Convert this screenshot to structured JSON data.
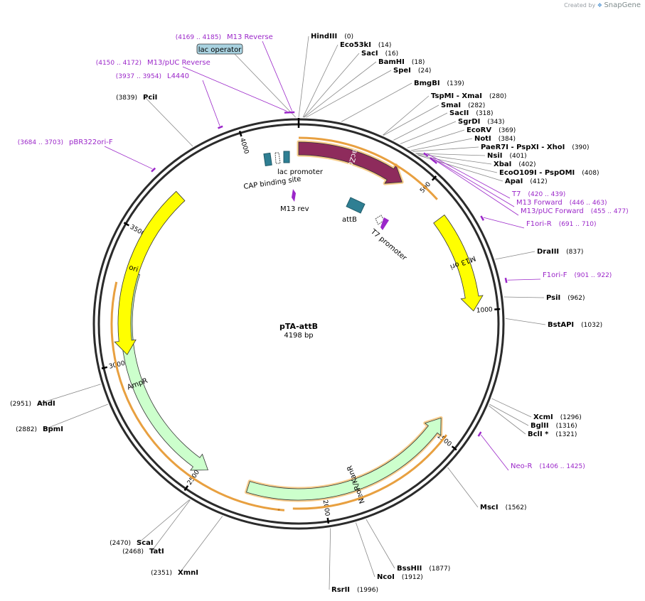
{
  "credit": {
    "prefix": "Created by",
    "brand": "SnapGene"
  },
  "plasmid": {
    "name": "pTA-attB",
    "size_label": "4198 bp",
    "length": 4198
  },
  "colors": {
    "backbone": "#2b2b2b",
    "primer": "#9b27c9",
    "lacZa": "#8e2b5c",
    "m13ori": "#ffff00",
    "ori": "#ffff00",
    "resistance": "#ccffcc",
    "promoter_box": "#2f7f93",
    "attb_box": "#2f7f93",
    "orf_glow": "#f5c070",
    "label_box_fill": "#a9d2e0"
  },
  "ticks": [
    {
      "bp": 500,
      "label": "500"
    },
    {
      "bp": 1000,
      "label": "1000"
    },
    {
      "bp": 1500,
      "label": "1500"
    },
    {
      "bp": 2000,
      "label": "2000"
    },
    {
      "bp": 2500,
      "label": "2500"
    },
    {
      "bp": 3000,
      "label": "3000"
    },
    {
      "bp": 3500,
      "label": "3500"
    },
    {
      "bp": 4000,
      "label": "4000"
    }
  ],
  "features": [
    {
      "name": "lacZα",
      "start": 0,
      "end": 420,
      "kind": "arrow",
      "track": "inner",
      "color": "#8e2b5c",
      "text_color": "#ffffff",
      "glow": true
    },
    {
      "name": "M13 ori",
      "start": 620,
      "end": 1000,
      "kind": "arrow",
      "track": "inner",
      "color": "#ffff00",
      "text_color": "#000000",
      "glow": false
    },
    {
      "name": "NeoR/KanR",
      "start": 1440,
      "end": 2300,
      "kind": "arrow-rev",
      "track": "inner",
      "color": "#ccffcc",
      "text_color": "#000000",
      "glow": true
    },
    {
      "name": "AmpR",
      "start": 2470,
      "end": 3350,
      "kind": "arrow-rev",
      "track": "inner",
      "color": "#ccffcc",
      "text_color": "#000000",
      "glow": false
    },
    {
      "name": "ori",
      "start": 3030,
      "end": 3700,
      "kind": "arrow-rev",
      "track": "inner",
      "color": "#ffff00",
      "text_color": "#000000",
      "glow": false
    }
  ],
  "small_features": [
    {
      "name": "lac promoter",
      "label": "lac promoter"
    },
    {
      "name": "CAP binding site",
      "label": "CAP binding site"
    },
    {
      "name": "M13 rev",
      "label": "M13 rev"
    },
    {
      "name": "attB",
      "label": "attB"
    },
    {
      "name": "T7 promoter",
      "label": "T7 promoter"
    },
    {
      "name": "lac operator",
      "label": "lac operator"
    }
  ],
  "enzymes": [
    {
      "name": "HindIII",
      "pos": "(0)"
    },
    {
      "name": "Eco53kI",
      "pos": "(14)"
    },
    {
      "name": "SacI",
      "pos": "(16)"
    },
    {
      "name": "BamHI",
      "pos": "(18)"
    },
    {
      "name": "SpeI",
      "pos": "(24)"
    },
    {
      "name": "BmgBI",
      "pos": "(139)"
    },
    {
      "name": "TspMI",
      "name2": "XmaI",
      "pos": "(280)"
    },
    {
      "name": "SmaI",
      "pos": "(282)"
    },
    {
      "name": "SacII",
      "pos": "(318)"
    },
    {
      "name": "SgrDI",
      "pos": "(343)"
    },
    {
      "name": "EcoRV",
      "pos": "(369)"
    },
    {
      "name": "NotI",
      "pos": "(384)"
    },
    {
      "name": "PaeR7I",
      "name2": "PspXI",
      "name3": "XhoI",
      "pos": "(390)"
    },
    {
      "name": "NsiI",
      "pos": "(401)"
    },
    {
      "name": "XbaI",
      "pos": "(402)"
    },
    {
      "name": "EcoO109I",
      "name2": "PspOMI",
      "pos": "(408)"
    },
    {
      "name": "ApaI",
      "pos": "(412)"
    },
    {
      "name": "DraIII",
      "pos": "(837)"
    },
    {
      "name": "PsiI",
      "pos": "(962)"
    },
    {
      "name": "BstAPI",
      "pos": "(1032)"
    },
    {
      "name": "XcmI",
      "pos": "(1296)"
    },
    {
      "name": "BglII",
      "pos": "(1316)"
    },
    {
      "name": "BclI *",
      "pos": "(1321)"
    },
    {
      "name": "MscI",
      "pos": "(1562)"
    },
    {
      "name": "BssHII",
      "pos": "(1877)"
    },
    {
      "name": "NcoI",
      "pos": "(1912)"
    },
    {
      "name": "RsrII",
      "pos": "(1996)"
    },
    {
      "name": "XmnI",
      "pos": "(2351)"
    },
    {
      "name": "ScaI",
      "pos": "(2470)"
    },
    {
      "name": "TatI",
      "pos": "(2468)"
    },
    {
      "name": "BpmI",
      "pos": "(2882)"
    },
    {
      "name": "AhdI",
      "pos": "(2951)"
    },
    {
      "name": "PciI",
      "pos": "(3839)"
    }
  ],
  "primers": [
    {
      "name": "M13 Reverse",
      "range": "(4169 .. 4185)"
    },
    {
      "name": "M13/pUC Reverse",
      "range": "(4150 .. 4172)"
    },
    {
      "name": "L4440",
      "range": "(3937 .. 3954)"
    },
    {
      "name": "pBR322ori-F",
      "range": "(3684 .. 3703)"
    },
    {
      "name": "T7",
      "range": "(420 .. 439)"
    },
    {
      "name": "M13 Forward",
      "range": "(446 .. 463)"
    },
    {
      "name": "M13/pUC Forward",
      "range": "(455 .. 477)"
    },
    {
      "name": "F1ori-R",
      "range": "(691 .. 710)"
    },
    {
      "name": "F1ori-F",
      "range": "(901 .. 922)"
    },
    {
      "name": "Neo-R",
      "range": "(1406 .. 1425)"
    }
  ]
}
